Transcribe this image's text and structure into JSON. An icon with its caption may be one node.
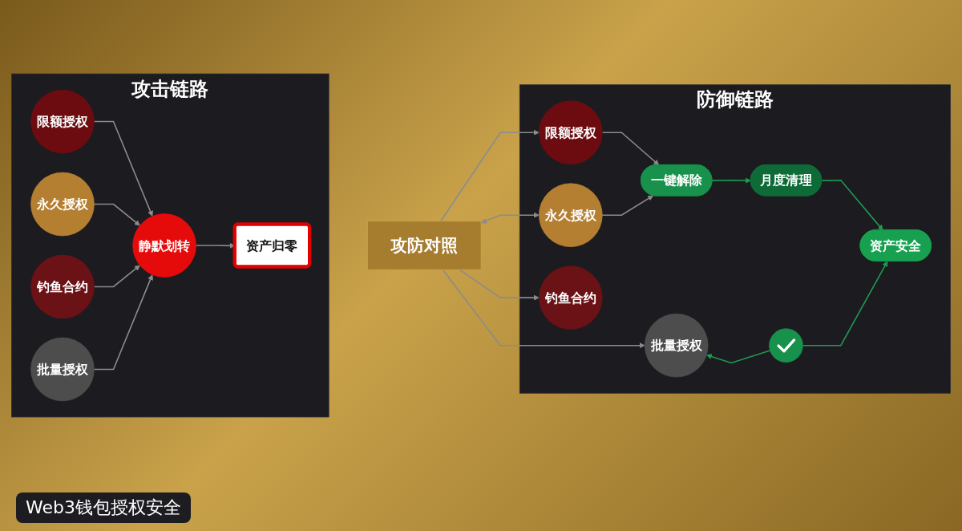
{
  "diagram": {
    "nodes": [
      {
        "text": [
          "攻击链路"
        ]
      },
      {
        "text": [
          "限额授权"
        ],
        "in": 0
      },
      {
        "text": [
          "永久授权"
        ],
        "in": 0
      },
      {
        "text": [
          "钓鱼合约"
        ],
        "in": 0
      },
      {
        "text": [
          "批量授权"
        ],
        "in": 0
      },
      {
        "text": [
          "静默划转"
        ],
        "in": 0
      },
      {
        "text": [
          "资产归零"
        ],
        "in": 0
      },
      {
        "text": [
          "攻防对照"
        ]
      },
      {
        "text": [
          "防御链路"
        ]
      },
      {
        "text": [
          "限额授权"
        ],
        "in": 8
      },
      {
        "text": [
          "永久授权"
        ],
        "in": 8
      },
      {
        "text": [
          "钓鱼合约"
        ],
        "in": 8
      },
      {
        "text": [
          "批量授权"
        ],
        "in": 8
      },
      {
        "text": [
          "一键解除"
        ],
        "in": 8
      },
      {
        "text": [
          "月度清理"
        ],
        "in": 8
      },
      {
        "text": [
          "资产安全"
        ],
        "in": 8
      },
      {
        "text": [],
        "shape": "circle",
        "in": 8
      }
    ],
    "edges": [
      {
        "from": 1,
        "to": 5,
        "arrow": "to"
      },
      {
        "from": 2,
        "to": 5,
        "arrow": "to"
      },
      {
        "from": 3,
        "to": 5,
        "arrow": "to"
      },
      {
        "from": 4,
        "to": 5,
        "arrow": "to"
      },
      {
        "from": 5,
        "to": 6,
        "arrow": "to"
      },
      {
        "from": 7,
        "to": 9,
        "arrow": "to"
      },
      {
        "from": 7,
        "to": 10,
        "arrow": "both"
      },
      {
        "from": 7,
        "to": 11,
        "arrow": "to"
      },
      {
        "from": 7,
        "to": 12,
        "arrow": "to"
      },
      {
        "from": 9,
        "to": 13,
        "arrow": "to"
      },
      {
        "from": 10,
        "to": 13,
        "arrow": "to"
      },
      {
        "from": 13,
        "to": 14,
        "arrow": "to",
        "color": "#1f9a52"
      },
      {
        "from": 14,
        "to": 15,
        "arrow": "to",
        "color": "#1f9a52"
      },
      {
        "from": 16,
        "to": 12,
        "arrow": "to",
        "color": "#1f9a52"
      },
      {
        "from": 16,
        "to": 15,
        "arrow": "to",
        "color": "#1f9a52"
      }
    ],
    "labels": [
      "Web3钱包授权安全"
    ]
  }
}
